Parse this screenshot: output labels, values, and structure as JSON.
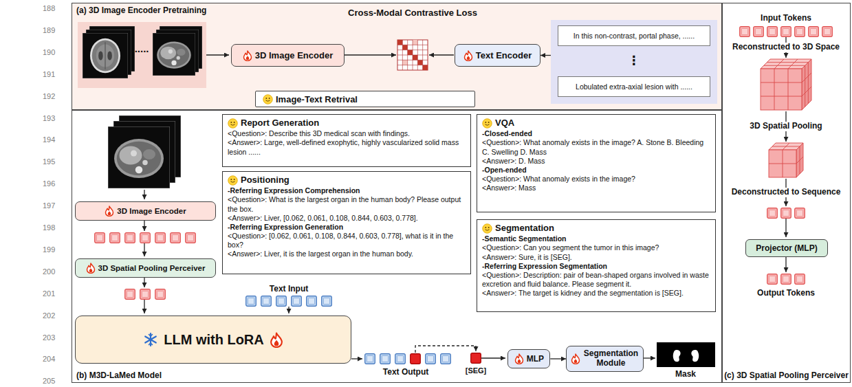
{
  "diagram": {
    "nodes": [
      {
        "text": [
          "(a) 3D Image Encoder Pretraining"
        ]
      },
      {
        "text": [
          "3D Image Encoder"
        ],
        "in": 0
      },
      {
        "text": [
          "Text Encoder"
        ],
        "in": 0
      },
      {
        "text": [
          "⋮"
        ],
        "in": 0
      },
      {
        "text": [
          "In this non-contrast, portal phase, ......"
        ],
        "in": 3
      },
      {
        "text": [
          "Lobulated extra-axial lesion with ......"
        ],
        "in": 3
      },
      {
        "text": [
          "Image-Text Retrival"
        ],
        "in": 0
      },
      {
        "text": [
          "(b) M3D-LaMed Model"
        ]
      },
      {
        "text": [
          "3D Image Encoder"
        ],
        "in": 7
      },
      {
        "text": [
          "3D Spatial Pooling Perceiver"
        ],
        "in": 7
      },
      {
        "text": [
          "Report Generation",
          "<Question>: Describe this 3D medical scan with findings.",
          "<Answer>: Large, well-defined exophytic, highly vascularized solid mass lesion ......"
        ],
        "in": 7
      },
      {
        "text": [
          "Positioning",
          "-Referring Expression Comprehension",
          "<Question>: What is the largest organ in the human body? Please output the box.",
          "<Answer>: Liver, [0.062, 0.061, 0.108, 0.844, 0.603, 0.778].",
          "-Referring Expression Generation",
          "<Question>: [0.062, 0.061, 0.108, 0.844, 0.603, 0.778], what is it in the box?",
          "<Answer>: Liver, it is the largest organ in the human body."
        ],
        "in": 7
      },
      {
        "text": [
          "VQA",
          "-Closed-ended",
          "<Question>: What anomaly exists in the image? A. Stone B. Bleeding C. Swelling D. Mass",
          "<Answer>: D. Mass",
          "-Open-ended",
          "<Question>: What anomaly exists in the image?",
          "<Answer>: Mass"
        ],
        "in": 7
      },
      {
        "text": [
          "Segmentation",
          "-Semantic Segmentation",
          "<Question>: Can you segment the tumor in this image?",
          "<Answer>: Sure, it is [SEG].",
          "-Referring Expression Segmentation",
          "<Question>: Description: pair of bean-shaped organs involved in waste excretion and fluid balance. Please segment it.",
          "<Answer>: The target is kidney and the segmentation is [SEG]."
        ],
        "in": 7
      },
      {
        "text": [
          "LLM with LoRA"
        ],
        "in": 7
      },
      {
        "text": [
          "MLP"
        ],
        "in": 7
      },
      {
        "text": [
          "Segmentation Module"
        ],
        "in": 7
      },
      {
        "text": [
          "(c) 3D Spatial Pooling Perceiver"
        ]
      },
      {
        "text": [
          "Projector (MLP)"
        ],
        "in": 17
      }
    ],
    "edges": [
      {
        "from": 3,
        "to": 2,
        "arrow": "to"
      },
      {
        "from": 15,
        "to": 16,
        "arrow": "to"
      }
    ],
    "labels": [
      "188",
      "189",
      "190",
      "191",
      "192",
      "193",
      "194",
      "195",
      "196",
      "197",
      "198",
      "199",
      "200",
      "201",
      "202",
      "203",
      "204",
      "205",
      "......",
      "Cross-Modal Contrastive Loss",
      "Text Input",
      "Text Output",
      "[SEG]",
      "Mask",
      "Input Tokens",
      "Reconstructed to 3D Space",
      "3D Spatial Pooling",
      "Deconstructed to Sequence",
      "Output Tokens"
    ]
  }
}
